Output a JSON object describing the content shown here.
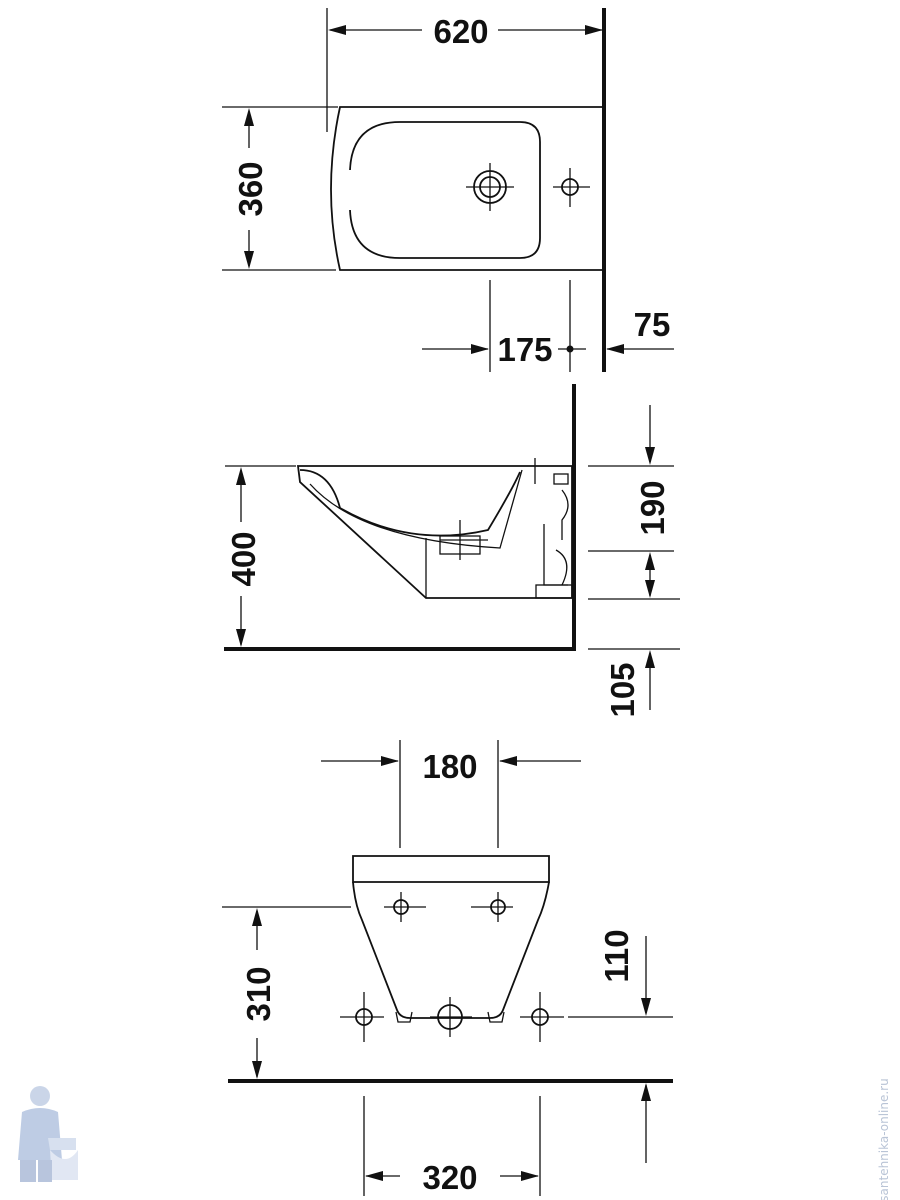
{
  "top_view": {
    "width_dim": "620",
    "depth_dim": "360",
    "hole_offset_dim": "175",
    "wall_offset_dim": "75"
  },
  "side_view": {
    "height_dim": "400",
    "upper_dim": "190",
    "lower_dim": "105"
  },
  "front_view": {
    "bolt_spacing_dim": "180",
    "height_dim": "310",
    "pipe_height_dim": "110",
    "bottom_spacing_dim": "320"
  },
  "watermark": {
    "text": "santehnika-online.ru",
    "icon": "plumber-mascot-icon"
  }
}
